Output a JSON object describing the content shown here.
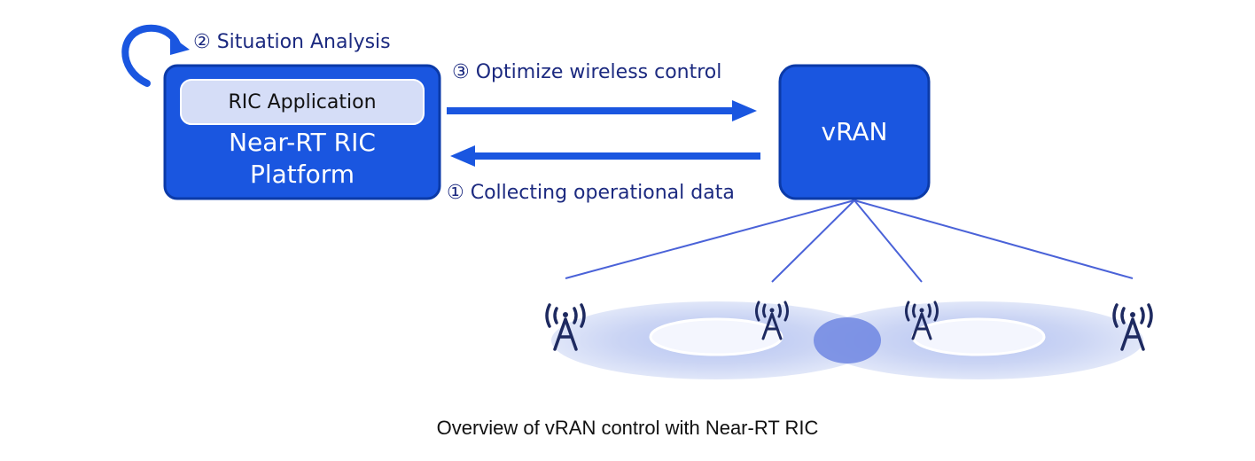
{
  "labels": {
    "situation_analysis": "② Situation Analysis",
    "optimize_control": "③ Optimize wireless control",
    "collecting_data": "① Collecting operational data"
  },
  "nodes": {
    "ric_platform": {
      "app_label": "RIC Application",
      "line1": "Near-RT RIC",
      "line2": "Platform"
    },
    "vran": {
      "label": "vRAN"
    }
  },
  "caption": "Overview of vRAN control with Near-RT RIC",
  "colors": {
    "primary_blue": "#1a56e0",
    "dark_blue": "#0b3aa8",
    "text_navy": "#1c2a80",
    "app_fill": "#d5ddf7",
    "coverage_light": "#c8d3f3",
    "overlap": "#6f86e2"
  },
  "icons": [
    "cycle-arrow-icon",
    "right-arrow-icon",
    "left-arrow-icon",
    "antenna-tower-icon"
  ]
}
